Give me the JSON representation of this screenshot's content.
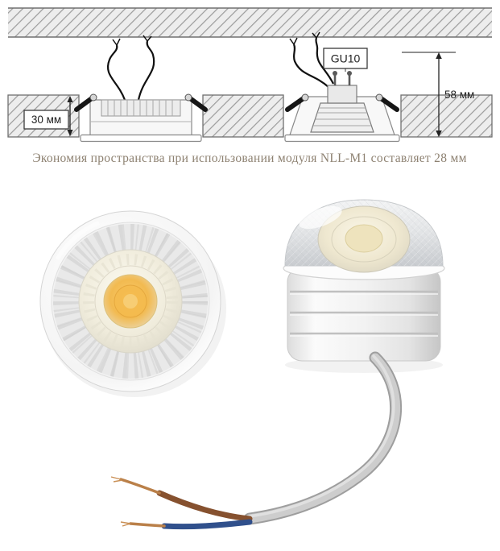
{
  "diagram": {
    "gu10_label": "GU10",
    "left_depth_label": "30 мм",
    "right_depth_label": "58 мм",
    "caption": "Экономия пространства при использовании модуля NLL-M1 составляет 28 мм"
  },
  "colors": {
    "caption": "#8d8171",
    "dimension": "#222222",
    "hatch_line": "#9b9b9b",
    "wire_brown": "#86512f",
    "wire_blue": "#30508c",
    "copper": "#ba8049",
    "led_center": "#f2ba50"
  }
}
